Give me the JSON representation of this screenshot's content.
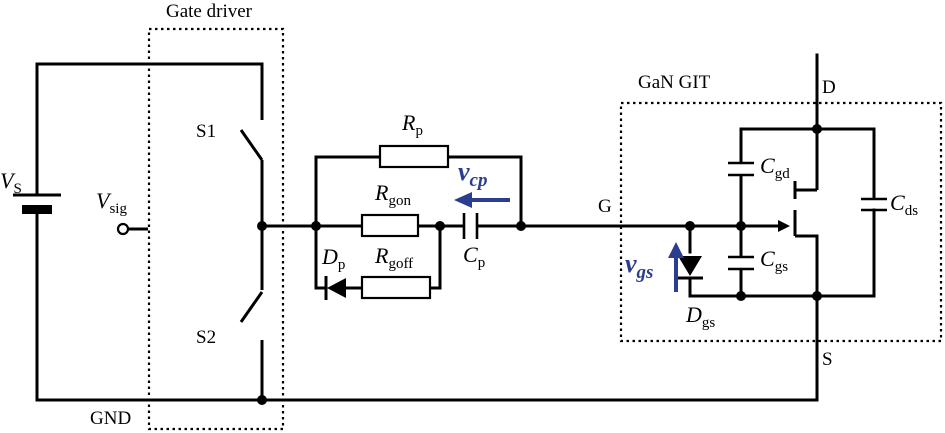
{
  "labels": {
    "gate_driver": "Gate driver",
    "gan_git": "GaN GIT",
    "vs_main": "V",
    "vs_sub": "S",
    "vsig_main": "V",
    "vsig_sub": "sig",
    "s1": "S1",
    "s2": "S2",
    "gnd": "GND",
    "rp_main": "R",
    "rp_sub": "p",
    "rgon_main": "R",
    "rgon_sub": "gon",
    "rgoff_main": "R",
    "rgoff_sub": "goff",
    "dp_main": "D",
    "dp_sub": "p",
    "cp_main": "C",
    "cp_sub": "p",
    "vcp_main": "v",
    "vcp_sub": "cp",
    "g": "G",
    "d": "D",
    "s": "S",
    "cgd_main": "C",
    "cgd_sub": "gd",
    "cgs_main": "C",
    "cgs_sub": "gs",
    "cds_main": "C",
    "cds_sub": "ds",
    "dgs_main": "D",
    "dgs_sub": "gs",
    "vgs_main": "v",
    "vgs_sub": "gs"
  },
  "colors": {
    "wire": "#000000",
    "annotation": "#2a3d8f"
  }
}
